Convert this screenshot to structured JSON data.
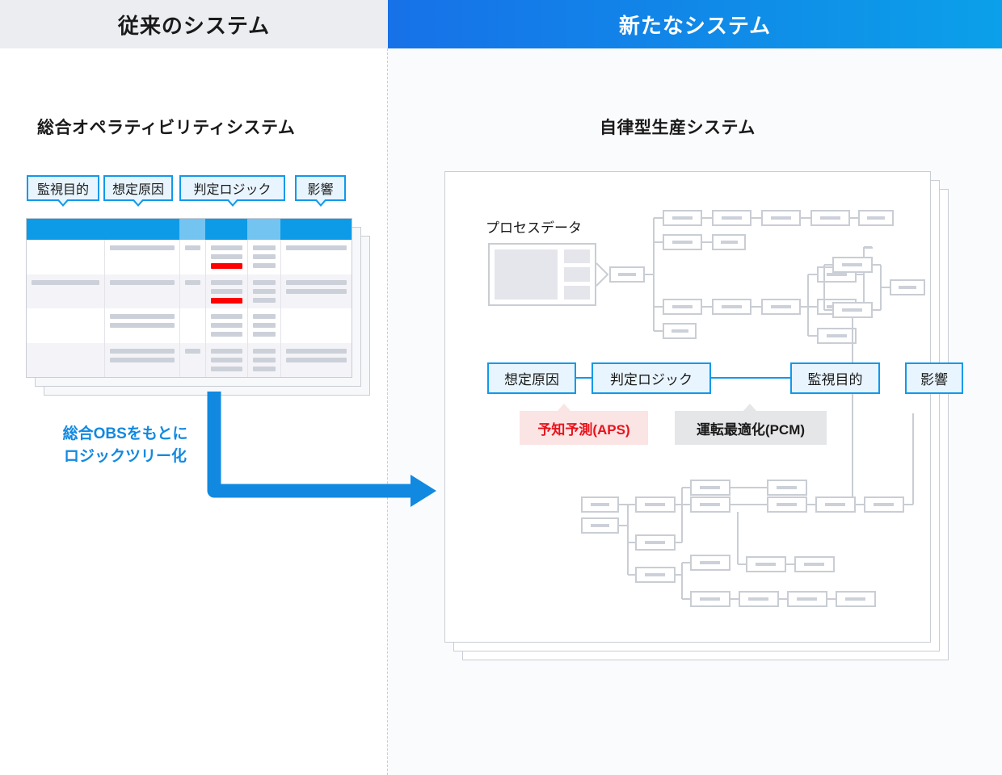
{
  "header": {
    "left_title": "従来のシステム",
    "right_title": "新たなシステム",
    "left_bg": "#EBEDF0",
    "right_bg_from": "#1771E8",
    "right_bg_to": "#0BA0E9"
  },
  "left": {
    "section_title": "総合オペラティビリティシステム",
    "column_labels": [
      {
        "text": "監視目的"
      },
      {
        "text": "想定原因"
      },
      {
        "text": "判定ロジック"
      },
      {
        "text": "影響"
      }
    ],
    "table": {
      "header_shades": [
        "dark",
        "dark",
        "light",
        "dark",
        "light",
        "dark"
      ],
      "accent_dark": "#0D9BE8",
      "accent_light": "#74C4F2",
      "highlight_color": "#FF0000",
      "rows": [
        {
          "alt": false,
          "cells": [
            [],
            [
              1
            ],
            [
              1
            ],
            [
              1,
              1,
              "red"
            ],
            [
              1,
              1,
              1
            ],
            [
              1
            ]
          ]
        },
        {
          "alt": true,
          "cells": [
            [
              1
            ],
            [
              1
            ],
            [
              1
            ],
            [
              1,
              1,
              "red"
            ],
            [
              1,
              1,
              1
            ],
            [
              1,
              1
            ]
          ]
        },
        {
          "alt": false,
          "cells": [
            [],
            [
              1,
              1
            ],
            [],
            [
              1,
              1,
              1
            ],
            [
              1,
              1,
              1
            ],
            []
          ]
        },
        {
          "alt": true,
          "cells": [
            [],
            [
              1,
              1
            ],
            [
              1
            ],
            [
              1,
              1,
              1
            ],
            [
              1,
              1,
              1
            ],
            [
              1,
              1
            ]
          ]
        }
      ]
    },
    "arrow_caption_line1": "総合OBSをもとに",
    "arrow_caption_line2": "ロジックツリー化",
    "arrow_color": "#1189E0"
  },
  "right": {
    "section_title": "自律型生産システム",
    "process_data_label": "プロセスデータ",
    "flow_labels": [
      {
        "text": "想定原因"
      },
      {
        "text": "判定ロジック"
      },
      {
        "text": "監視目的"
      },
      {
        "text": "影響"
      }
    ],
    "callouts": [
      {
        "text": "予知予測(APS)",
        "style": "red",
        "color": "#E8121B",
        "bg": "#FBE4E4"
      },
      {
        "text": "運転最適化(PCM)",
        "style": "gray",
        "color": "#1A1A1A",
        "bg": "#E5E6E8"
      }
    ],
    "panel_count": 3,
    "tree_node_color": "#CCD0D9",
    "tree_line_color": "#C9CDD4"
  }
}
